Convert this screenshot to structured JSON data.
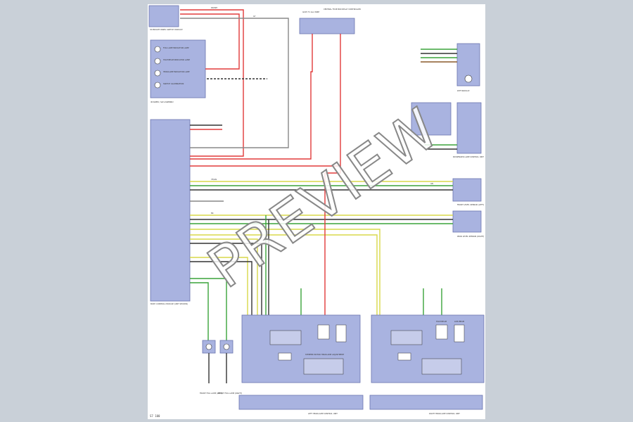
{
  "watermark": "PREVIEW",
  "footer_code": "S7 100",
  "components": {
    "lamp_switch": "3D BRIGHT PANEL SWITCH MODULE",
    "instrument_cluster": "IN WIPER / SW ASSEMBLY",
    "cluster_items": [
      "FOG LAMP INDICATOR LAMP",
      "HIGH BEAM INDICATOR LAMP",
      "HEADLAMP INDICATOR LAMP",
      "SWITCH ILLUMINATION"
    ],
    "top_connector": "G105 T1 ALL WIRE",
    "fuse_block": "CENTRAL FUSE BOX RELAY CONTROLLER",
    "body_control": "BODY CONTROL MODULE (UNIT SHOWN)",
    "right_module_top": "RHF MODULE",
    "right_module_mid": "PASSENGER LAMP CONTROL UNIT",
    "level_sensor_front": "FRONT LEVEL SENSOR (LEFT)",
    "level_sensor_rear": "REAR LEVEL SENSOR (RIGHT)",
    "left_headlamp": "LEFT HEADLAMP CONTROL UNIT",
    "right_headlamp": "RIGHT HEADLAMP CONTROL UNIT",
    "front_fog_left": "FRONT FOG LAMP (LEFT)",
    "front_fog_right": "FRONT FOG LAMP (RIGHT)",
    "stepper_motor": "STEPPER MOTOR HEADLAMP ADJUSTMENT",
    "high_beam": "HIGH BEAM",
    "low_beam": "LOW BEAM"
  },
  "wire_labels": {
    "red": "RD/WH",
    "black": "BK",
    "green": "GN",
    "yellow": "YE/GN",
    "grey": "GY"
  },
  "colors": {
    "module": "#a9b3e0",
    "wire_red": "#e23a3a",
    "wire_green": "#3aa43a",
    "wire_yellow": "#d8d84a",
    "wire_black": "#333333"
  }
}
